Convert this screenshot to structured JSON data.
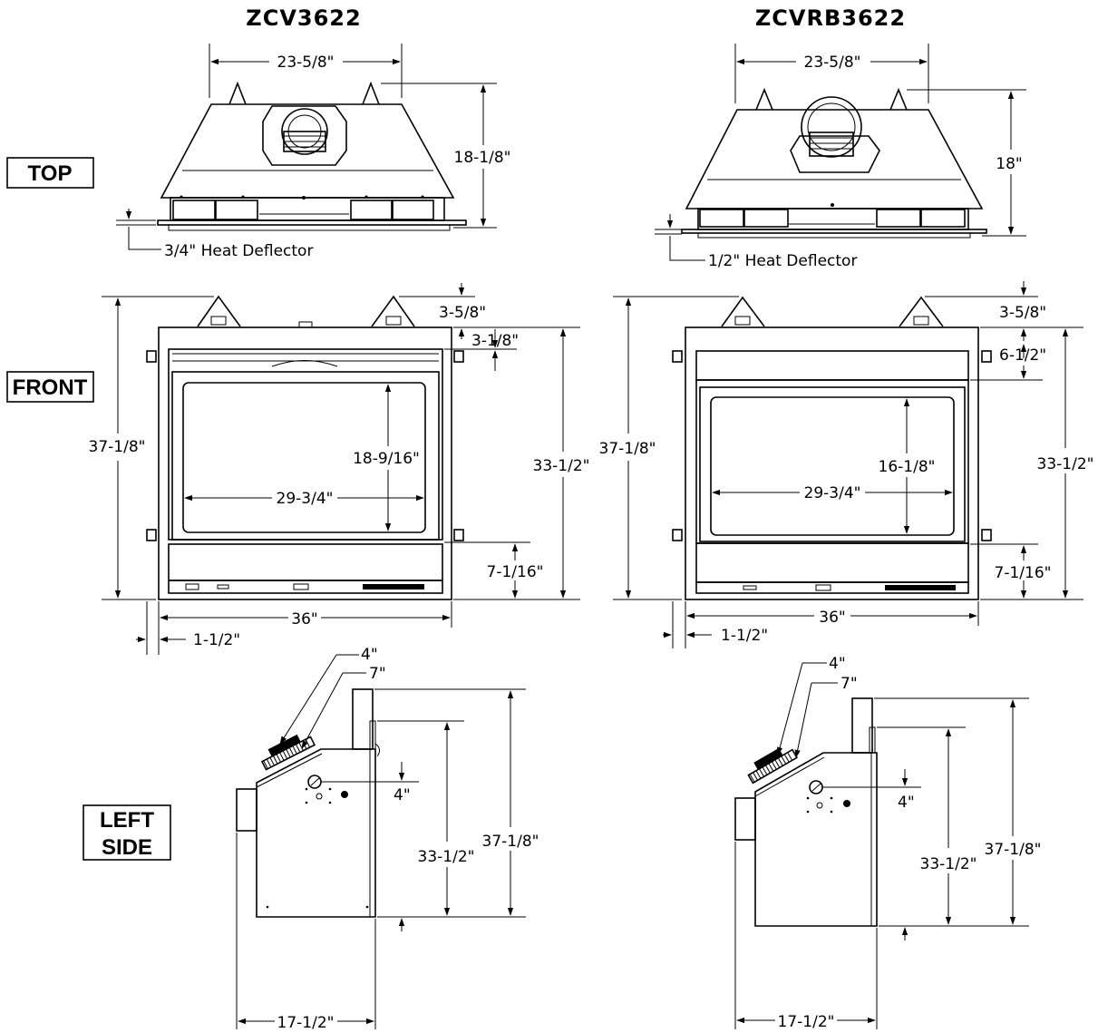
{
  "models": {
    "left": "ZCV3622",
    "right": "ZCVRB3622"
  },
  "views": {
    "top": "TOP",
    "front": "FRONT",
    "side_line1": "LEFT",
    "side_line2": "SIDE"
  },
  "top_view": {
    "left": {
      "width": "23-5/8\"",
      "depth": "18-1/8\"",
      "deflector": "3/4\" Heat Deflector"
    },
    "right": {
      "width": "23-5/8\"",
      "depth": "18\"",
      "deflector": "1/2\" Heat Deflector"
    }
  },
  "front_view": {
    "left": {
      "overall_height": "37-1/8\"",
      "top_offset": "3-5/8\"",
      "upper_band": "3-1/8\"",
      "opening_height": "18-9/16\"",
      "opening_width": "29-3/4\"",
      "body_height": "33-1/2\"",
      "bottom_band": "7-1/16\"",
      "width": "36\"",
      "flange": "1-1/2\""
    },
    "right": {
      "overall_height": "37-1/8\"",
      "top_offset": "3-5/8\"",
      "upper_band": "6-1/2\"",
      "opening_height": "16-1/8\"",
      "opening_width": "29-3/4\"",
      "body_height": "33-1/2\"",
      "bottom_band": "7-1/16\"",
      "width": "36\"",
      "flange": "1-1/2\""
    }
  },
  "side_view": {
    "left": {
      "inner_collar": "4\"",
      "outer_collar": "7\"",
      "body_height": "33-1/2\"",
      "overall_height": "37-1/8\"",
      "gas_inlet": "4\"",
      "depth": "17-1/2\""
    },
    "right": {
      "inner_collar": "4\"",
      "outer_collar": "7\"",
      "body_height": "33-1/2\"",
      "overall_height": "37-1/8\"",
      "gas_inlet": "4\"",
      "depth": "17-1/2\""
    }
  }
}
